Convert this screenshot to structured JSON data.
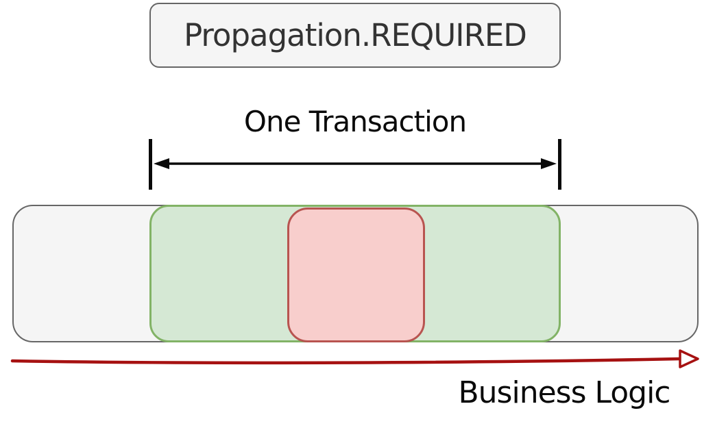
{
  "diagram": {
    "title": "Propagation.REQUIRED",
    "transaction_span_label": "One Transaction",
    "axis_label": "Business Logic",
    "regions": [
      {
        "name": "outer-box",
        "fill": "#f5f5f5",
        "stroke": "#666666"
      },
      {
        "name": "green-box",
        "fill": "#d5e8d4",
        "stroke": "#82b366"
      },
      {
        "name": "red-box",
        "fill": "#f8cecc",
        "stroke": "#b85450"
      }
    ]
  },
  "colors": {
    "bg": "#ffffff",
    "box_fill": "#f5f5f5",
    "box_stroke": "#666666",
    "green_fill": "#d5e8d4",
    "green_stroke": "#82b366",
    "red_fill": "#f8cecc",
    "red_stroke": "#b85450",
    "arrow_red": "#a61111",
    "text_dark": "#333333",
    "text_black": "#0a0a0a"
  }
}
